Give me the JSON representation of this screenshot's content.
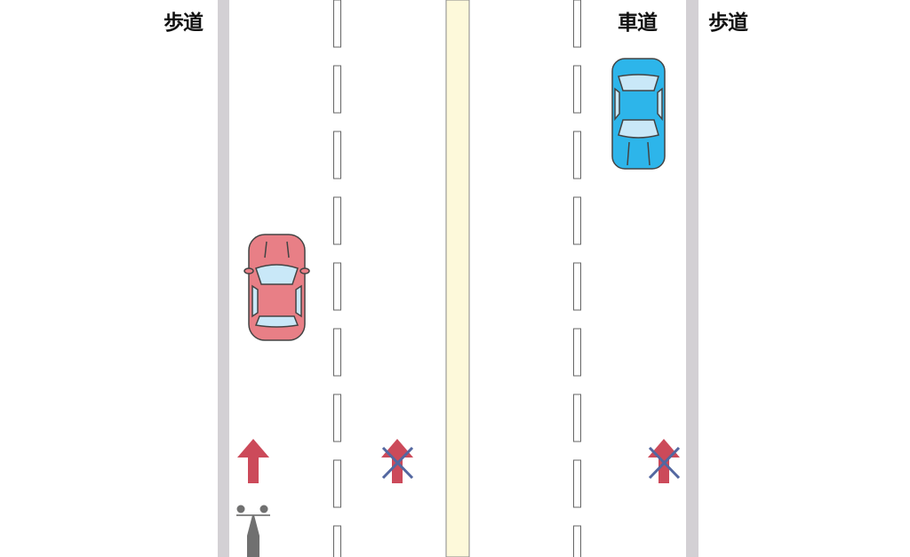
{
  "labels": {
    "sidewalk_left": "歩道",
    "roadway": "車道",
    "sidewalk_right": "歩道"
  },
  "colors": {
    "curb": "#d3d0d4",
    "center_line": "#fdf9da",
    "red_car": "#e87f86",
    "blue_car": "#2db5ea",
    "arrow": "#cc4a5a",
    "cross": "#5367a0",
    "bicycle": "#707070"
  },
  "icons": {
    "allowed_direction": "arrow-up-icon",
    "forbidden_direction": "crossed-arrow-icon",
    "bicycle": "bicycle-icon"
  }
}
